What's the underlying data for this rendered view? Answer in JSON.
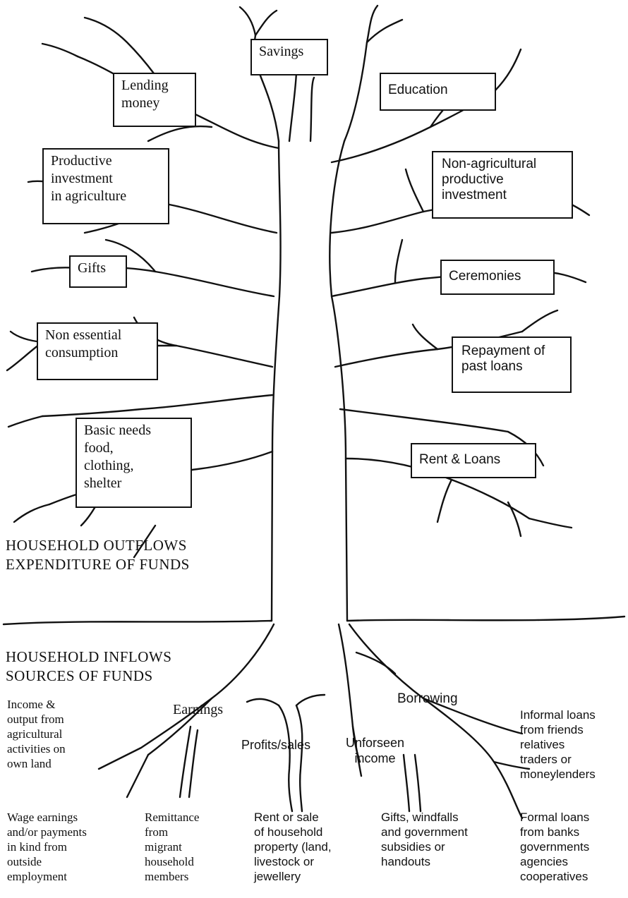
{
  "outflows": {
    "header": "HOUSEHOLD OUTFLOWS\nEXPENDITURE OF FUNDS",
    "left": {
      "lending_money": "Lending\nmoney",
      "savings": "Savings",
      "productive_agri": "Productive\ninvestment\nin agriculture",
      "gifts": "Gifts",
      "non_essential": "Non essential\nconsumption",
      "basic_needs": "Basic needs\nfood,\nclothing,\nshelter"
    },
    "right": {
      "education": "Education",
      "non_agri": "Non-agricultural\nproductive\ninvestment",
      "ceremonies": "Ceremonies",
      "repayment": "Repayment of\npast loans",
      "rent_loans": "Rent & Loans"
    }
  },
  "inflows": {
    "header": "HOUSEHOLD INFLOWS\nSOURCES OF FUNDS",
    "roots": {
      "earnings": "Earnings",
      "profits_sales": "Profits/sales",
      "unforseen": "Unforseen\nincome",
      "borrowing": "Borrowing"
    },
    "sources": {
      "agri_income": "Income &\noutput from\nagricultural\nactivities on\nown land",
      "wage": "Wage earnings\nand/or payments\nin kind from\noutside\nemployment",
      "remittance": "Remittance\nfrom\nmigrant\nhousehold\nmembers",
      "rent_sale": "Rent or sale\nof household\nproperty (land,\nlivestock or\njewellery",
      "gifts_windfalls": "Gifts, windfalls\nand government\nsubsidies or\nhandouts",
      "informal_loans": "Informal loans\nfrom friends\nrelatives\ntraders or\nmoneylenders",
      "formal_loans": "Formal loans\nfrom banks\ngovernments\nagencies\ncooperatives"
    }
  }
}
